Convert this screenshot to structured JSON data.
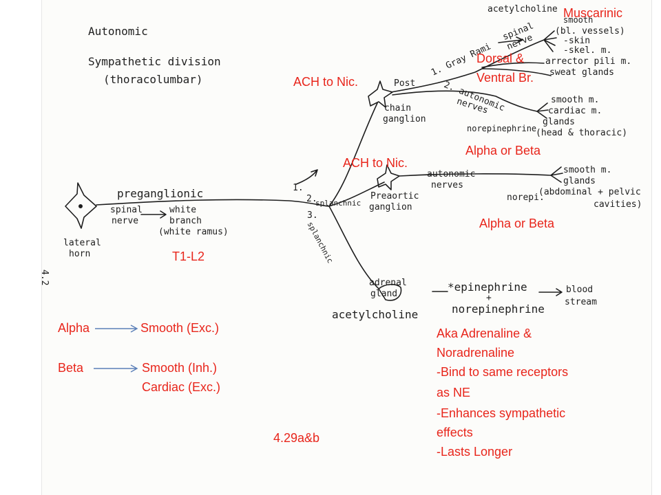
{
  "handwritten": {
    "title_line1": "Autonomic",
    "title_line2": "Sympathetic division",
    "title_line3": "(thoracolumbar)",
    "lateral_horn_1": "lateral",
    "lateral_horn_2": "horn",
    "preganglionic": "preganglionic",
    "spinal_nerve_1": "spinal",
    "spinal_nerve_2": "nerve",
    "white_branch_1": "white",
    "white_branch_2": "branch",
    "white_ramus": "(white ramus)",
    "page_ref": "4.2",
    "num_1": "1.",
    "num_2": "2.",
    "num_3": "3.",
    "splanchnic_1": "splanchnic",
    "splanchnic_2": "splanchnic",
    "post": "Post",
    "chain_ganglion_1": "chain",
    "chain_ganglion_2": "ganglion",
    "gray_rami": "1. Gray Rami",
    "autonomic_nerves_1": "2. autonomic",
    "autonomic_nerves_2": "nerves",
    "spinal_nerve_r1": "spinal",
    "spinal_nerve_r2": "nerve",
    "acetylcholine_top": "acetylcholine",
    "smooth_top": "smooth",
    "bl_vessels": "(bl. vessels)",
    "skin": "-skin",
    "skel_m": "-skel. m.",
    "arrector": "arrector pili m.",
    "sweat": "sweat glands",
    "smooth_m1": "smooth m.",
    "cardiac_m": "cardiac m.",
    "glands1": "glands",
    "head_thoracic": "(head & thoracic)",
    "norepinephrine_1": "norepinephrine",
    "preaortic_1": "Preaortic",
    "preaortic_2": "ganglion",
    "autonomic_nerves_m1": "autonomic",
    "autonomic_nerves_m2": "nerves",
    "smooth_m2": "smooth m.",
    "glands2": "glands",
    "abdominal": "(abdominal + pelvic",
    "cavities": "cavities)",
    "norepi": "norepi.",
    "adrenal_1": "adrenal",
    "adrenal_2": "gland",
    "acetylcholine_bottom": "acetylcholine",
    "epinephrine": "*epinephrine",
    "plus": "+",
    "norepinephrine_2": "norepinephrine",
    "blood_1": "blood",
    "blood_2": "stream"
  },
  "annotations": {
    "muscarinic": "Muscarinic",
    "dorsal_ventral_1": "Dorsal &",
    "dorsal_ventral_2": "Ventral Br.",
    "ach_nic_1": "ACH to Nic.",
    "ach_nic_2": "ACH to Nic.",
    "alpha_beta_1": "Alpha or Beta",
    "alpha_beta_2": "Alpha or Beta",
    "t1_l2": "T1-L2",
    "figure_ref": "4.29a&b"
  },
  "legend": {
    "alpha": "Alpha",
    "alpha_effect": "Smooth (Exc.)",
    "beta": "Beta",
    "beta_effect_1": "Smooth (Inh.)",
    "beta_effect_2": "Cardiac (Exc.)"
  },
  "notes": {
    "line1": "Aka  Adrenaline &",
    "line2": "Noradrenaline",
    "line3": "-Bind to same receptors",
    "line4": "as NE",
    "line5": "-Enhances sympathetic",
    "line6": "effects",
    "line7": "-Lasts Longer"
  },
  "colors": {
    "annotation_red": "#e8251b",
    "ink": "#1e1e1e",
    "arrow_blue": "#5a7fb8"
  }
}
